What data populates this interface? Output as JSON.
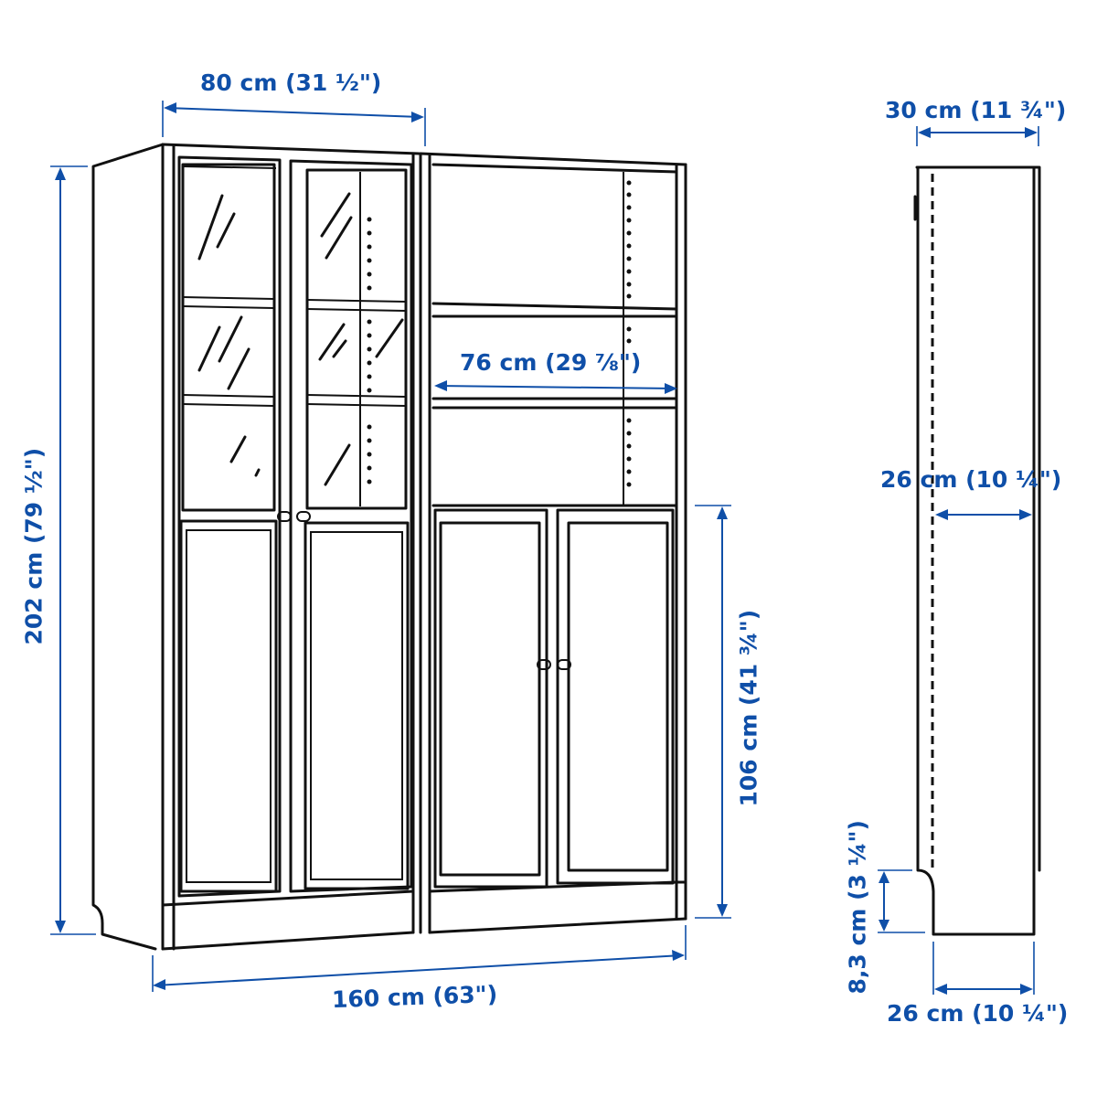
{
  "diagram": {
    "subject": "Bookcase combination with panel/glass doors — dimensions",
    "colors": {
      "dimension": "#0f4fa8",
      "outline": "#111111",
      "background": "#ffffff"
    },
    "front_view": {
      "dimensions": {
        "section_width": "80 cm (31 ½\")",
        "total_height": "202 cm (79 ½\")",
        "inner_width": "76 cm (29 ⅞\")",
        "lower_cabinet_height": "106 cm (41 ¾\")",
        "total_width": "160 cm (63\")"
      }
    },
    "side_view": {
      "dimensions": {
        "total_depth": "30 cm (11 ¾\")",
        "inner_depth": "26 cm (10 ¼\")",
        "plinth_height": "8,3 cm (3 ¼\")",
        "base_depth": "26 cm (10 ¼\")"
      }
    }
  }
}
